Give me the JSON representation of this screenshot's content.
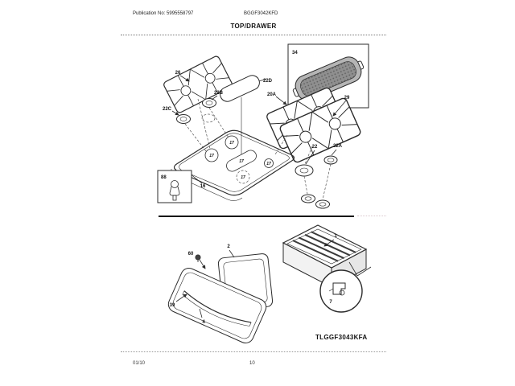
{
  "header": {
    "publication": "Publication No: 5995558797",
    "model": "BGGF3042KFD",
    "title": "TOP/DRAWER"
  },
  "top_diagram": {
    "callouts": {
      "grate_left": "26",
      "oval_burner_cap": "22D",
      "burner_cap_b": "22B",
      "burner_cap_c": "22C",
      "grate_right_upper": "20A",
      "griddle": "34",
      "grate_right_lower": "29",
      "burner_cap": "22",
      "burner_cap_a": "22A",
      "main_top": "16",
      "burner_opening": "17",
      "igniter": "88"
    }
  },
  "bottom_diagram": {
    "callouts": {
      "drawer_body": "1",
      "inner_panel": "2",
      "screw": "60",
      "drawer_front_outer": "39",
      "drawer_front": "4",
      "drawer_glide": "7"
    },
    "drawing_id": "TLGGF3043KFA"
  },
  "footer": {
    "date": "01/10",
    "page": "10"
  }
}
